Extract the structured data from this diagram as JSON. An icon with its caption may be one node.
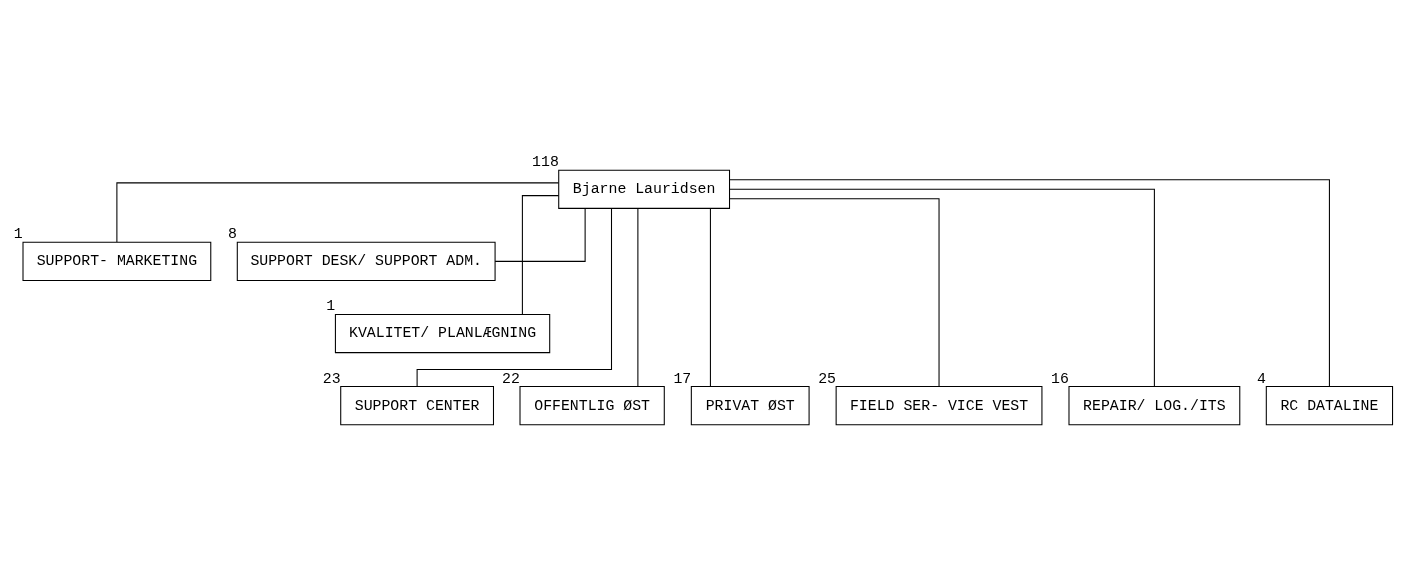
{
  "diagram": {
    "nodes": [
      {
        "text": [
          "Bjarne Lauridsen"
        ],
        "beside": [
          "118"
        ]
      },
      {
        "text": [
          "SUPPORT- MARKETING"
        ],
        "beside": [
          "1"
        ]
      },
      {
        "text": [
          "SUPPORT DESK/ SUPPORT ADM."
        ],
        "beside": [
          "8"
        ]
      },
      {
        "text": [
          "KVALITET/ PLANLÆGNING"
        ],
        "beside": [
          "1"
        ]
      },
      {
        "text": [
          "SUPPORT CENTER"
        ],
        "beside": [
          "23"
        ]
      },
      {
        "text": [
          "OFFENTLIG ØST"
        ],
        "beside": [
          "22"
        ]
      },
      {
        "text": [
          "PRIVAT ØST"
        ],
        "beside": [
          "17"
        ]
      },
      {
        "text": [
          "FIELD SER- VICE VEST"
        ],
        "beside": [
          "25"
        ]
      },
      {
        "text": [
          "REPAIR/ LOG./ITS"
        ],
        "beside": [
          "16"
        ]
      },
      {
        "text": [
          "RC DATALINE"
        ],
        "beside": [
          "4"
        ]
      }
    ],
    "edges": [
      {
        "from": 0,
        "to": 1,
        "arrow": "none"
      },
      {
        "from": 0,
        "to": 2,
        "arrow": "none"
      },
      {
        "from": 0,
        "to": 3,
        "arrow": "none"
      },
      {
        "from": 0,
        "to": 4,
        "arrow": "none"
      },
      {
        "from": 0,
        "to": 5,
        "arrow": "none"
      },
      {
        "from": 0,
        "to": 6,
        "arrow": "none"
      },
      {
        "from": 0,
        "to": 7,
        "arrow": "none"
      },
      {
        "from": 0,
        "to": 8,
        "arrow": "none"
      },
      {
        "from": 0,
        "to": 9,
        "arrow": "none"
      }
    ]
  }
}
